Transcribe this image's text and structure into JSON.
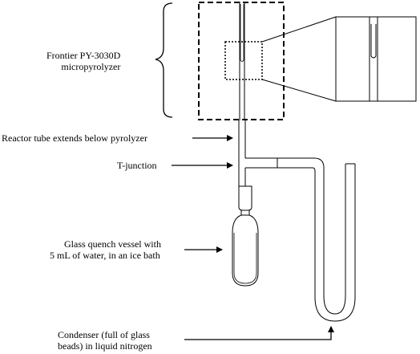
{
  "labels": {
    "pyrolyzer": {
      "line1": "Frontier PY-3030D",
      "line2": "micropyrolyzer"
    },
    "reactor_tube": "Reactor tube extends below pyrolyzer",
    "t_junction": "T-junction",
    "quench": {
      "line1": "Glass quench vessel with",
      "line2": "5 mL of water, in an ice bath"
    },
    "condenser": {
      "line1": "Condenser (full of glass",
      "line2": "beads) in liquid nitrogen"
    }
  },
  "colors": {
    "line": "#000000",
    "background": "#ffffff"
  }
}
